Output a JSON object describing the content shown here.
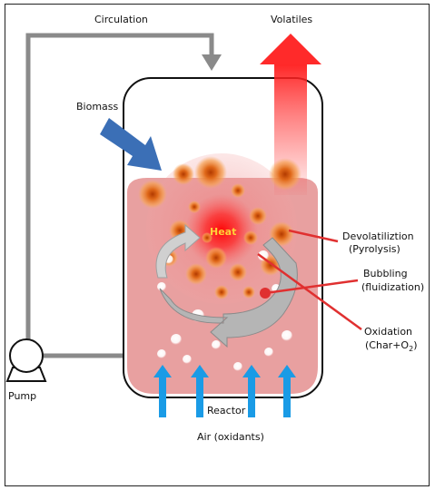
{
  "labels": {
    "circulation": "Circulation",
    "volatiles": "Volatiles",
    "biomass": "Biomass",
    "heat": "Heat",
    "devolatilization": "Devolatiliztion",
    "pyrolysis": "(Pyrolysis)",
    "bubbling": "Bubbling",
    "fluidization": "(fluidization)",
    "oxidation": "Oxidation",
    "char_o2_prefix": "(Char+O",
    "char_o2_sub": "2",
    "char_o2_suffix": ")",
    "pump": "Pump",
    "reactor": "Reactor",
    "air": "Air (oxidants)"
  },
  "colors": {
    "circulation_pipe": "#8a8a8a",
    "biomass_arrow": "#3b6fb6",
    "volatiles_arrow": "#ff2020",
    "air_arrows": "#1a9be6",
    "bed": "#e8a0a0",
    "callout_lines": "#e03030"
  }
}
